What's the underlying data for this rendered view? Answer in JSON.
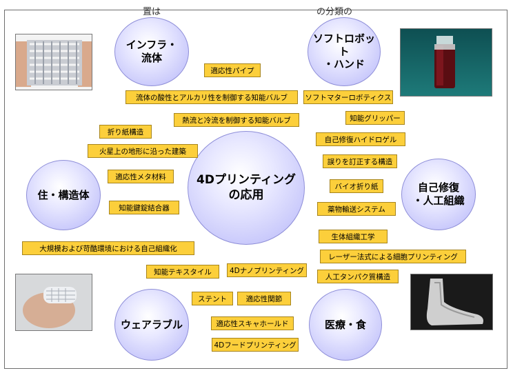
{
  "top_labels": [
    "置は",
    "の分類の"
  ],
  "circles": {
    "center": "4Dプリンティング\nの応用",
    "infra": "インフラ・\n流体",
    "softrobot": "ソフトロボット\n・ハンド",
    "housing": "住・構造体",
    "selfrepair": "自己修復\n・人工組織",
    "wearable": "ウェアラブル",
    "medical": "医療・食"
  },
  "tags": {
    "adaptive_pipe": "適応性パイプ",
    "acid_valve": "流体の酸性とアルカリ性を制御する知能バルブ",
    "soft_matter": "ソフトマターロボティクス",
    "heat_valve": "熱流と冷流を制御する知能バルブ",
    "gripper": "知能グリッパー",
    "origami": "折り紙構造",
    "self_healing_gel": "自己修復ハイドロゲル",
    "mars": "火星上の地形に沿った建築",
    "error_correct": "誤りを訂正する構造",
    "metamaterial": "適応性メタ材料",
    "bio_origami": "バイオ折り紙",
    "lock": "知能鍵錠結合器",
    "drug": "薬物輸送システム",
    "tissue": "生体組織工学",
    "self_organize": "大規模および苛酷環境における自己組織化",
    "laser": "レーザー法式による細胞プリンティング",
    "textile": "知能テキスタイル",
    "nano": "4Dナノプリンティング",
    "protein": "人工タンパク質構造",
    "stent": "ステント",
    "joint": "適応性関節",
    "scaffold": "適応性スキャホールド",
    "food": "4Dフードプリンティング"
  },
  "colors": {
    "circle_fill": "#c9c9fb",
    "circle_border": "#8e8ed8",
    "tag_fill": "#fccf3b",
    "tag_border": "#a6841c"
  },
  "images": [
    "lattice-sheet-photo",
    "soft-robot-tube-photo",
    "hand-mesh-photo",
    "foot-model-photo"
  ]
}
